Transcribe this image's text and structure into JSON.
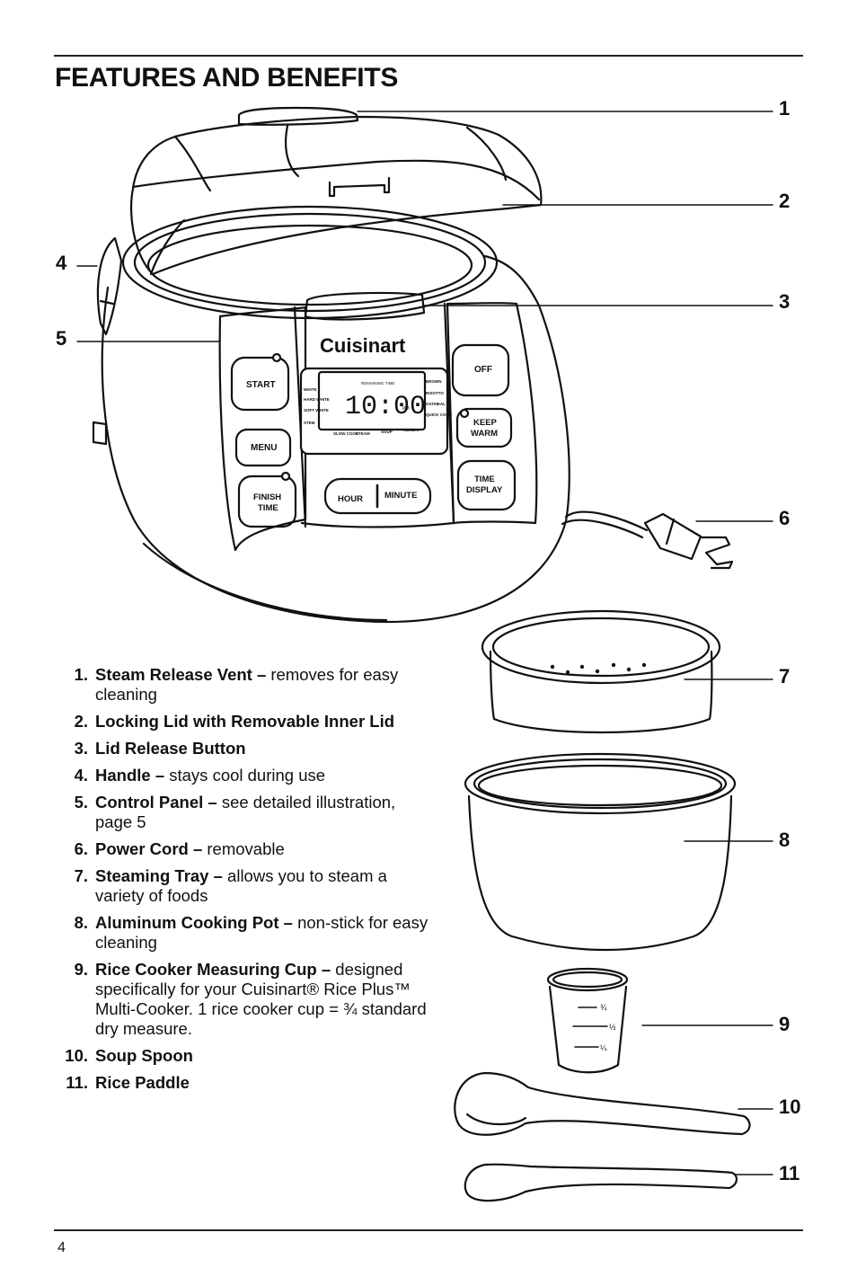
{
  "page": {
    "title": "FEATURES AND BENEFITS",
    "page_number": "4"
  },
  "callouts": [
    "1",
    "2",
    "3",
    "4",
    "5",
    "6",
    "7",
    "8",
    "9",
    "10",
    "11"
  ],
  "device": {
    "brand": "Cuisinart",
    "display_top_label": "REMAINING TIME",
    "display_time": "10:00",
    "display_pm": "PM",
    "display_left_modes": [
      "WHITE",
      "HARD WHITE",
      "SOFT WHITE",
      "STEM"
    ],
    "display_right_modes": [
      "BROWN",
      "RISOTTO",
      "OATMEAL",
      "QUICK COOK"
    ],
    "display_bottom_modes": [
      "SLOW COOK",
      "STEAM",
      "SOUP",
      "REHEAT"
    ],
    "buttons": {
      "start": "START",
      "menu": "MENU",
      "finish_time": [
        "FINISH",
        "TIME"
      ],
      "hour": "HOUR",
      "minute": "MINUTE",
      "off": "OFF",
      "keep_warm": [
        "KEEP",
        "WARM"
      ],
      "time_display": [
        "TIME",
        "DISPLAY"
      ]
    }
  },
  "measuring_cup_marks": [
    "¾",
    "½",
    "¼"
  ],
  "features": [
    {
      "num": "1.",
      "title": "Steam Release Vent –",
      "desc": " removes for easy cleaning"
    },
    {
      "num": "2.",
      "title": "Locking Lid with Removable Inner Lid",
      "desc": ""
    },
    {
      "num": "3.",
      "title": "Lid Release Button",
      "desc": ""
    },
    {
      "num": "4.",
      "title": "Handle –",
      "desc": " stays cool during use"
    },
    {
      "num": "5.",
      "title": "Control Panel –",
      "desc": " see detailed illustration, page 5"
    },
    {
      "num": "6.",
      "title": "Power Cord –",
      "desc": " removable"
    },
    {
      "num": "7.",
      "title": "Steaming Tray –",
      "desc": " allows you to steam a variety of foods"
    },
    {
      "num": "8.",
      "title": "Aluminum Cooking Pot –",
      "desc": " non-stick for easy cleaning"
    },
    {
      "num": "9.",
      "title": "Rice Cooker Measuring Cup –",
      "desc": " designed specifically for your Cuisinart® Rice Plus™ Multi-Cooker. 1 rice cooker cup = ¾ standard dry measure."
    },
    {
      "num": "10.",
      "title": "Soup Spoon",
      "desc": ""
    },
    {
      "num": "11.",
      "title": "Rice Paddle",
      "desc": ""
    }
  ]
}
